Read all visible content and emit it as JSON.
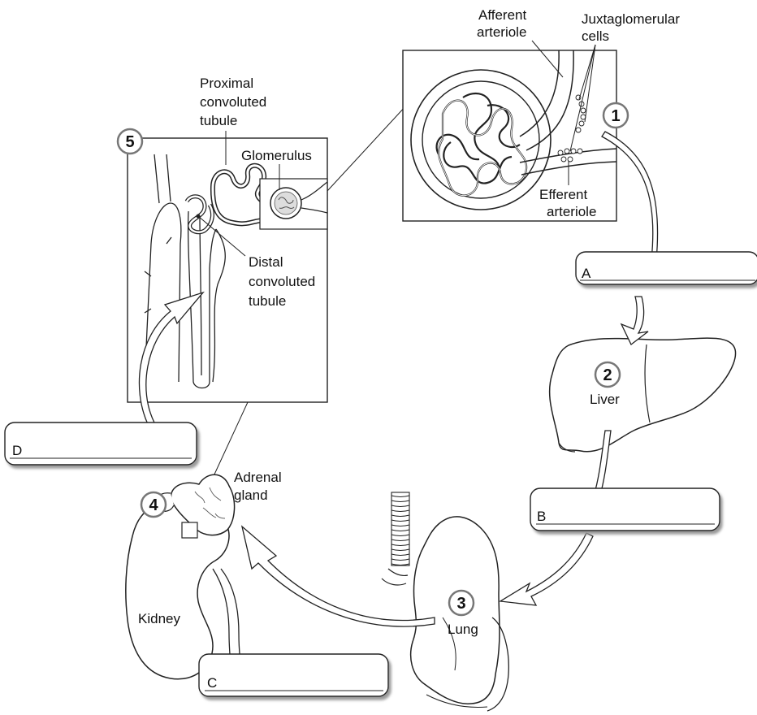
{
  "steps": [
    {
      "number": "1"
    },
    {
      "number": "2"
    },
    {
      "number": "3"
    },
    {
      "number": "4"
    },
    {
      "number": "5"
    }
  ],
  "answer_boxes": [
    {
      "letter": "A"
    },
    {
      "letter": "B"
    },
    {
      "letter": "C"
    },
    {
      "letter": "D"
    }
  ],
  "labels": {
    "afferent_1": "Afferent",
    "afferent_2": "arteriole",
    "jg_1": "Juxtaglomerular",
    "jg_2": "cells",
    "efferent_1": "Efferent",
    "efferent_2": "arteriole",
    "proximal_1": "Proximal",
    "proximal_2": "convoluted",
    "proximal_3": "tubule",
    "glomerulus": "Glomerulus",
    "distal_1": "Distal",
    "distal_2": "convoluted",
    "distal_3": "tubule",
    "liver": "Liver",
    "lung": "Lung",
    "kidney": "Kidney",
    "adrenal_1": "Adrenal",
    "adrenal_2": "gland"
  },
  "colors": {
    "stroke": "#1a1a1a",
    "box_fill": "#ffffff",
    "shade": "#e6e6e6"
  }
}
